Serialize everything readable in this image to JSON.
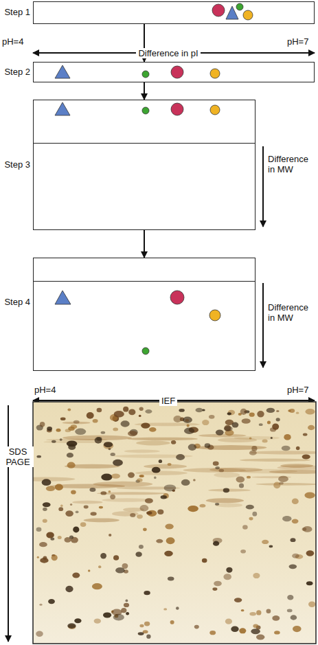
{
  "diagram": {
    "nodes": [
      {
        "text": [
          "Step 1"
        ]
      },
      {
        "text": [
          "Step 2"
        ]
      },
      {
        "text": [
          "Step 3"
        ]
      },
      {
        "text": [
          "Step 4"
        ]
      }
    ],
    "edges": [
      {
        "from": 0,
        "to": 1,
        "arrow": "to"
      },
      {
        "from": 1,
        "to": 2,
        "arrow": "to"
      },
      {
        "from": 2,
        "to": 3,
        "arrow": "to"
      }
    ],
    "labels": [
      "pH=4",
      "pH=7",
      "Difference in pI",
      "Difference in MW",
      "Difference in MW",
      "pH=4",
      "pH=7",
      "IEF",
      "SDS PAGE"
    ]
  }
}
